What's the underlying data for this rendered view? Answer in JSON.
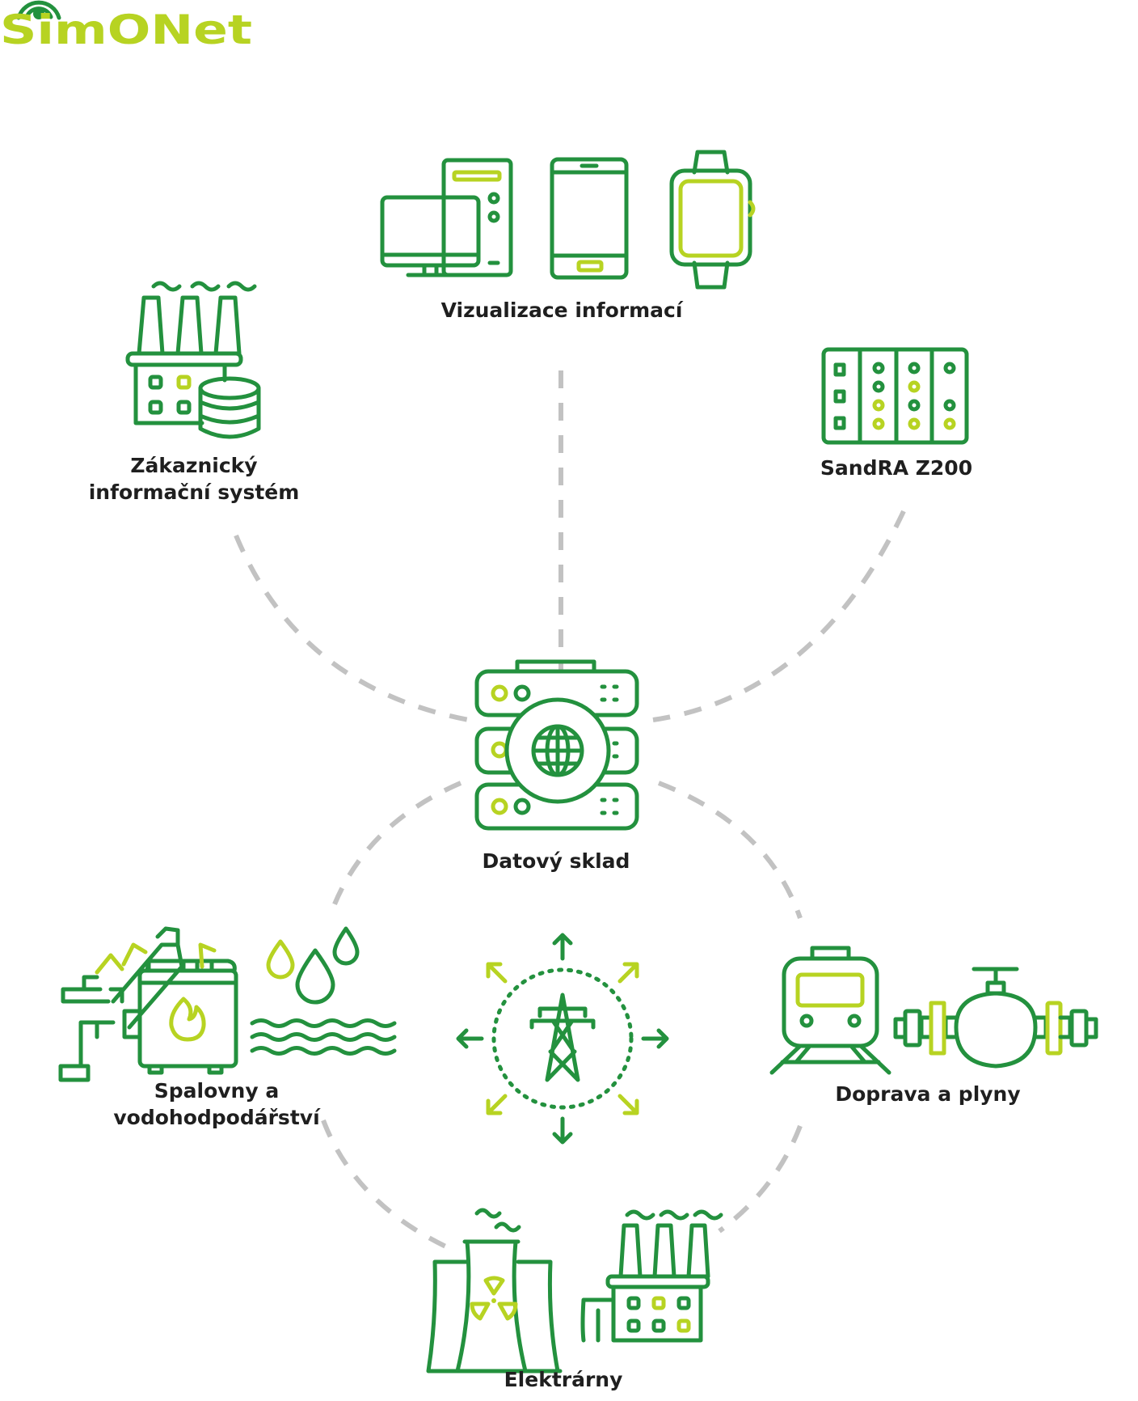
{
  "logo": {
    "text": "SimONet"
  },
  "nodes": {
    "vizualizace": "Vizualizace informací",
    "zis_line1": "Zákaznický",
    "zis_line2": "informační systém",
    "sandra": "SandRA Z200",
    "datovy_sklad": "Datový sklad",
    "spalovny_line1": "Spalovny a",
    "spalovny_line2": "vodohodpodářství",
    "doprava": "Doprava a plyny",
    "elektrarny": "Elektrárny"
  },
  "colors": {
    "dark_green": "#23913e",
    "lime": "#b7d322",
    "connector_gray": "#c2c2c2",
    "text": "#1f1f1f"
  },
  "icons": [
    "desktop-computer-icon",
    "smartphone-icon",
    "smartwatch-icon",
    "factory-database-icon",
    "sandra-rack-icon",
    "server-globe-icon",
    "incinerator-icon",
    "water-drops-icon",
    "power-tower-icon",
    "train-icon",
    "gas-pipe-valve-icon",
    "nuclear-cooling-tower-icon",
    "power-plant-icon"
  ]
}
